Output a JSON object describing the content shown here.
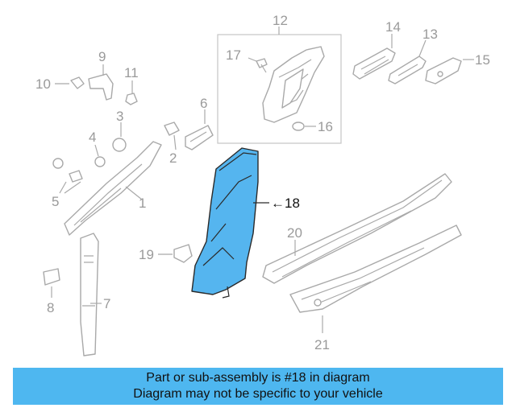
{
  "diagram": {
    "highlighted_part": "18",
    "highlight_color": "#55b5ef",
    "callouts": [
      "1",
      "2",
      "3",
      "4",
      "5",
      "6",
      "7",
      "8",
      "9",
      "10",
      "11",
      "12",
      "13",
      "14",
      "15",
      "16",
      "17",
      "18",
      "19",
      "20",
      "21"
    ]
  },
  "banner": {
    "line1": "Part or sub-assembly is #18 in diagram",
    "line2": "Diagram may not be specific to your vehicle",
    "color": "#4eb7f0"
  }
}
